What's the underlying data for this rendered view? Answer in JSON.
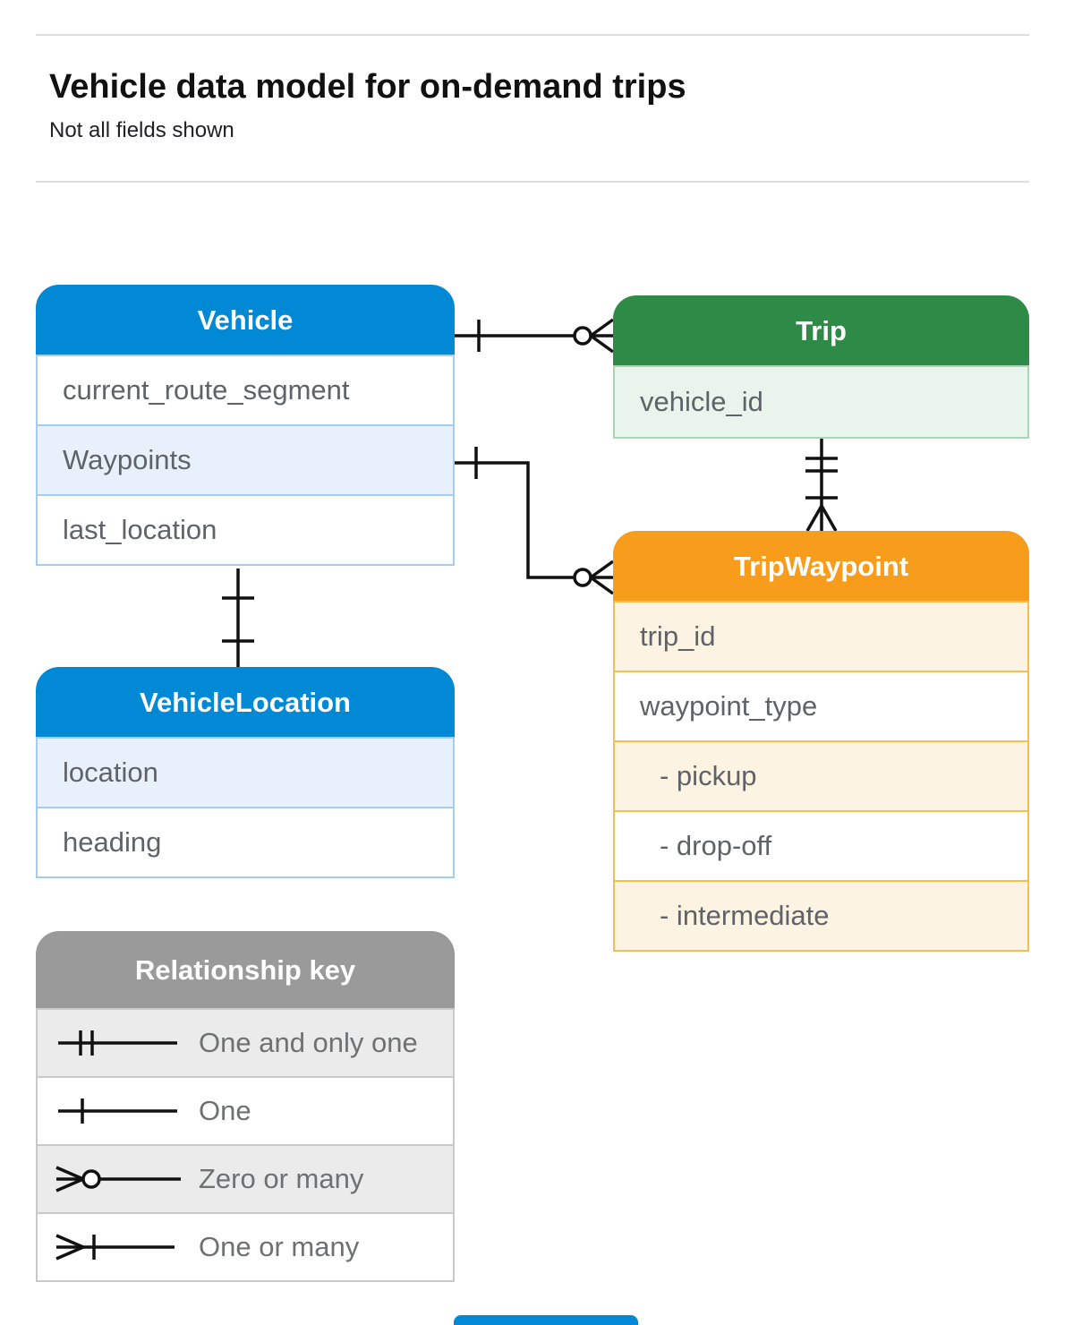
{
  "page": {
    "title": "Vehicle data model for on-demand trips",
    "subtitle": "Not all fields shown"
  },
  "colors": {
    "vehicle_header": "#0289d6",
    "vehicle_row_highlight": "#e8f1fb",
    "vehicle_row_border": "#a3cdf0",
    "trip_header": "#2e8b47",
    "trip_row_highlight": "#e9f4ec",
    "trip_row_border": "#a8d5b2",
    "trip_waypoint_header": "#f89c1c",
    "trip_waypoint_row_highlight": "#fdf3e2",
    "trip_waypoint_row_border": "#f9bd4b",
    "legend_header": "#9a9a9a",
    "legend_row_highlight": "#ebebeb",
    "row_text": "#5f6368",
    "connector": "#111111",
    "divider": "#dadce0"
  },
  "entities": [
    {
      "title": "Vehicle",
      "rows": [
        {
          "label": "current_route_segment"
        },
        {
          "label": "Waypoints"
        },
        {
          "label": "last_location"
        }
      ]
    },
    {
      "title": "Trip",
      "rows": [
        {
          "label": "vehicle_id"
        }
      ]
    },
    {
      "title": "TripWaypoint",
      "rows": [
        {
          "label": "trip_id"
        },
        {
          "label": "waypoint_type"
        },
        {
          "label": "- pickup"
        },
        {
          "label": "- drop-off"
        },
        {
          "label": "- intermediate"
        }
      ]
    },
    {
      "title": "VehicleLocation",
      "rows": [
        {
          "label": "location"
        },
        {
          "label": "heading"
        }
      ]
    }
  ],
  "relationships": [
    {
      "from": "Vehicle",
      "to": "Trip",
      "from_cardinality": "one",
      "to_cardinality": "zero-or-many"
    },
    {
      "from": "Vehicle.Waypoints",
      "to": "TripWaypoint",
      "from_cardinality": "one",
      "to_cardinality": "zero-or-many"
    },
    {
      "from": "Trip",
      "to": "TripWaypoint",
      "from_cardinality": "one-and-only-one",
      "to_cardinality": "one-or-many"
    },
    {
      "from": "Vehicle",
      "to": "VehicleLocation",
      "from_cardinality": "one",
      "to_cardinality": "one"
    }
  ],
  "legend": {
    "title": "Relationship key",
    "items": [
      {
        "symbol": "one-and-only-one-symbol",
        "label": "One and only one"
      },
      {
        "symbol": "one-symbol",
        "label": "One"
      },
      {
        "symbol": "zero-or-many-symbol",
        "label": "Zero or many"
      },
      {
        "symbol": "one-or-many-symbol",
        "label": "One or many"
      }
    ]
  }
}
